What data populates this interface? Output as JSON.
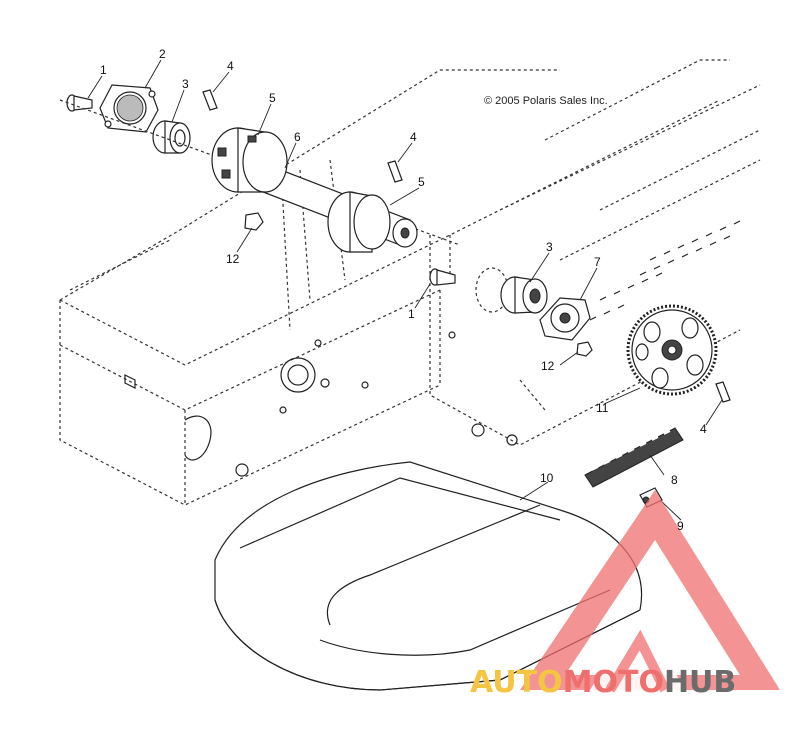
{
  "copyright": "© 2005 Polaris Sales Inc.",
  "callouts": [
    "1",
    "2",
    "3",
    "4",
    "5",
    "6",
    "4",
    "5",
    "12",
    "3",
    "7",
    "1",
    "12",
    "11",
    "4",
    "8",
    "10",
    "9"
  ],
  "watermark": {
    "word_part1": "AUTO",
    "word_part2": "MOTO",
    "word_part3": "HUB",
    "color_part1": "#f4c542",
    "color_part2": "#ef6f6f",
    "color_part3": "#6b6b6b",
    "triangle_color": "#ef6f6f"
  }
}
